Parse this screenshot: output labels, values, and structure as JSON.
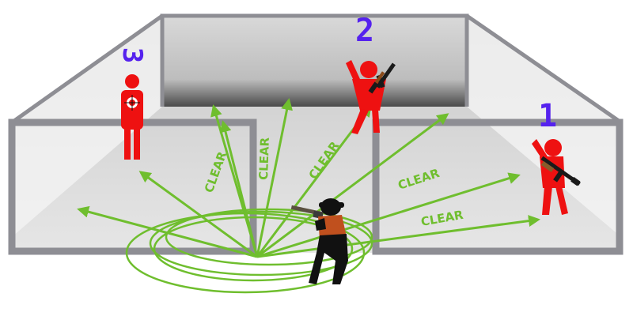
{
  "labels": {
    "clear_1": "CLEAR",
    "clear_2": "CLEAR",
    "clear_3": "CLEAR",
    "clear_4": "CLEAR",
    "clear_5": "CLEAR"
  },
  "targets": {
    "t1": "1",
    "t2": "2",
    "t3": "3"
  },
  "colors": {
    "wall": "#8e8e94",
    "floor": "#d3d3d3",
    "back_wall": "#c9c9c9",
    "arrow": "#6fbe2e",
    "target": "#ee1111",
    "number": "#5522ee",
    "operator": "#111111",
    "vest": "#c0501e"
  },
  "icons": {
    "operator": "soldier-with-rifle-icon",
    "target_armed": "armed-target-icon",
    "target_hostage": "bullseye-target-icon"
  }
}
